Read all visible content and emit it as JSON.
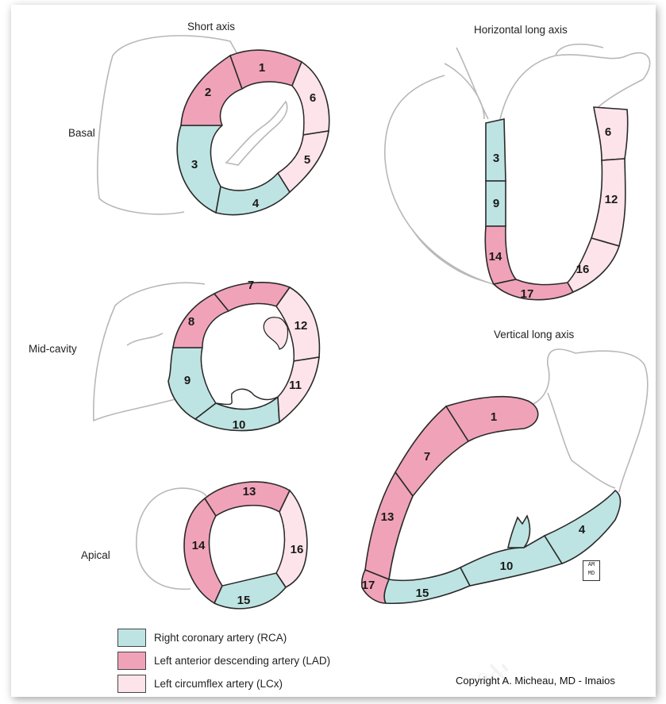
{
  "colors": {
    "rca": "#bde4e2",
    "lad": "#f0a3b8",
    "lcx": "#fde4ea",
    "outline": "#b8b8b8",
    "edge": "#2a2a2a"
  },
  "views": {
    "short_axis": "Short axis",
    "horizontal_long_axis": "Horizontal long axis",
    "vertical_long_axis": "Vertical long axis"
  },
  "levels": {
    "basal": "Basal",
    "mid": "Mid-cavity",
    "apical": "Apical"
  },
  "segments": {
    "s1": "1",
    "s2": "2",
    "s3": "3",
    "s4": "4",
    "s5": "5",
    "s6": "6",
    "s7": "7",
    "s8": "8",
    "s9": "9",
    "s10": "10",
    "s11": "11",
    "s12": "12",
    "s13": "13",
    "s14": "14",
    "s15": "15",
    "s16": "16",
    "s17": "17"
  },
  "legend": [
    {
      "label": "Right coronary artery (RCA)",
      "color": "#bde4e2"
    },
    {
      "label": "Left anterior descending artery (LAD)",
      "color": "#f0a3b8"
    },
    {
      "label": "Left circumflex artery (LCx)",
      "color": "#fde4ea"
    }
  ],
  "copyright": "Copyright A. Micheau, MD - Imaios",
  "logo_text": "AM MD"
}
